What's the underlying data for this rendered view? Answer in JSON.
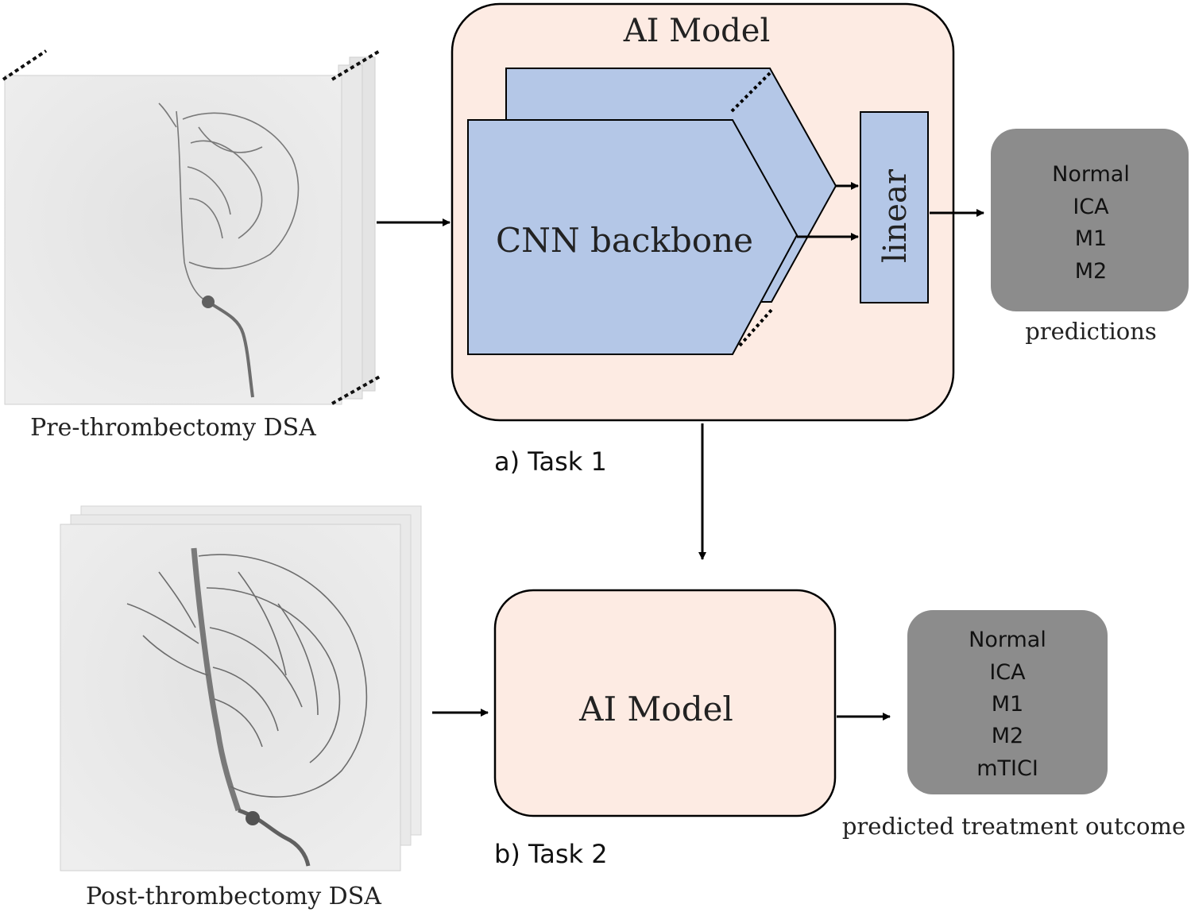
{
  "task1": {
    "input_label": "Pre-thrombectomy DSA",
    "model_title": "AI Model",
    "backbone_label": "CNN backbone",
    "linear_label": "linear",
    "output_classes": [
      "Normal",
      "ICA",
      "M1",
      "M2"
    ],
    "output_caption": "predictions",
    "task_label": "a) Task 1"
  },
  "task2": {
    "input_label": "Post-thrombectomy DSA",
    "model_title": "AI Model",
    "output_classes": [
      "Normal",
      "ICA",
      "M1",
      "M2",
      "mTICI"
    ],
    "output_caption": "predicted treatment outcome",
    "task_label": "b) Task 2"
  },
  "colors": {
    "model_fill": "#fdebe3",
    "backbone_fill": "#b4c7e7",
    "output_fill": "#8c8c8c",
    "image_bg": "#e9e9e9"
  }
}
